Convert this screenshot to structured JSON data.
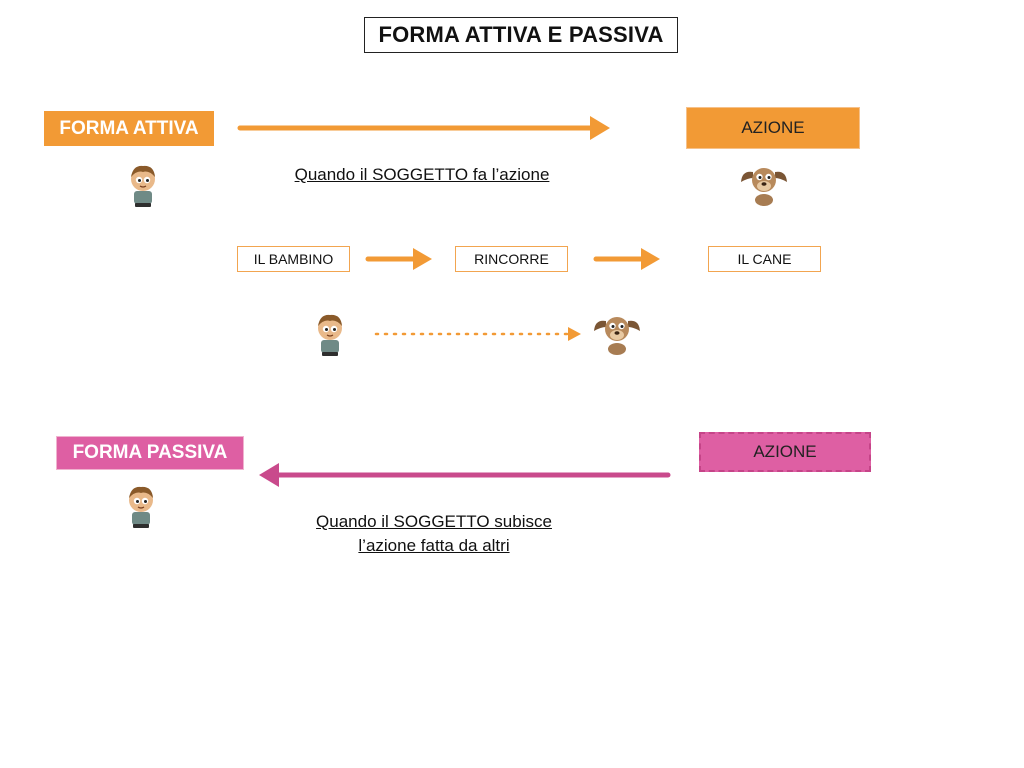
{
  "title": "FORMA ATTIVA E PASSIVA",
  "active": {
    "label": "FORMA ATTIVA",
    "action_label": "AZIONE",
    "caption": "Quando il SOGGETTO fa l’azione",
    "example": [
      "IL BAMBINO",
      "RINCORRE",
      "IL CANE"
    ]
  },
  "passive": {
    "label": "FORMA PASSIVA",
    "action_label": "AZIONE",
    "caption_line1": "Quando il SOGGETTO subisce",
    "caption_line2": "l’azione fatta da altri"
  },
  "colors": {
    "orange": "#f29a35",
    "pink": "#de5fa3",
    "arrow_pink": "#c94a8c"
  },
  "icons": {
    "child": "boy-cartoon-icon",
    "dog": "dog-cartoon-icon"
  }
}
